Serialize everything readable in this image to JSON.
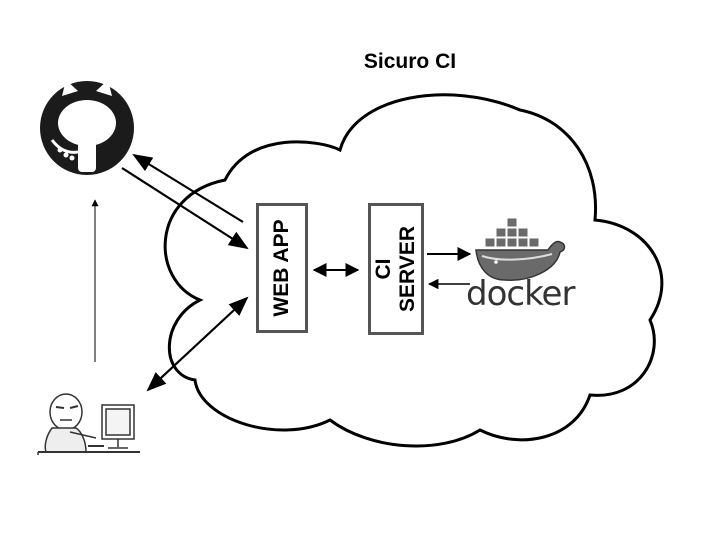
{
  "title": "Sicuro CI",
  "nodes": {
    "github": {
      "label": "GitHub"
    },
    "web_app": {
      "label": "WEB APP"
    },
    "ci_server": {
      "label_line1": "CI",
      "label_line2": "SERVER"
    },
    "docker": {
      "label": "docker"
    },
    "user": {}
  },
  "colors": {
    "stroke": "#000000",
    "box_border": "#555555",
    "github_bg": "#1b1b1b",
    "docker_gray": "#6a6a6a"
  }
}
